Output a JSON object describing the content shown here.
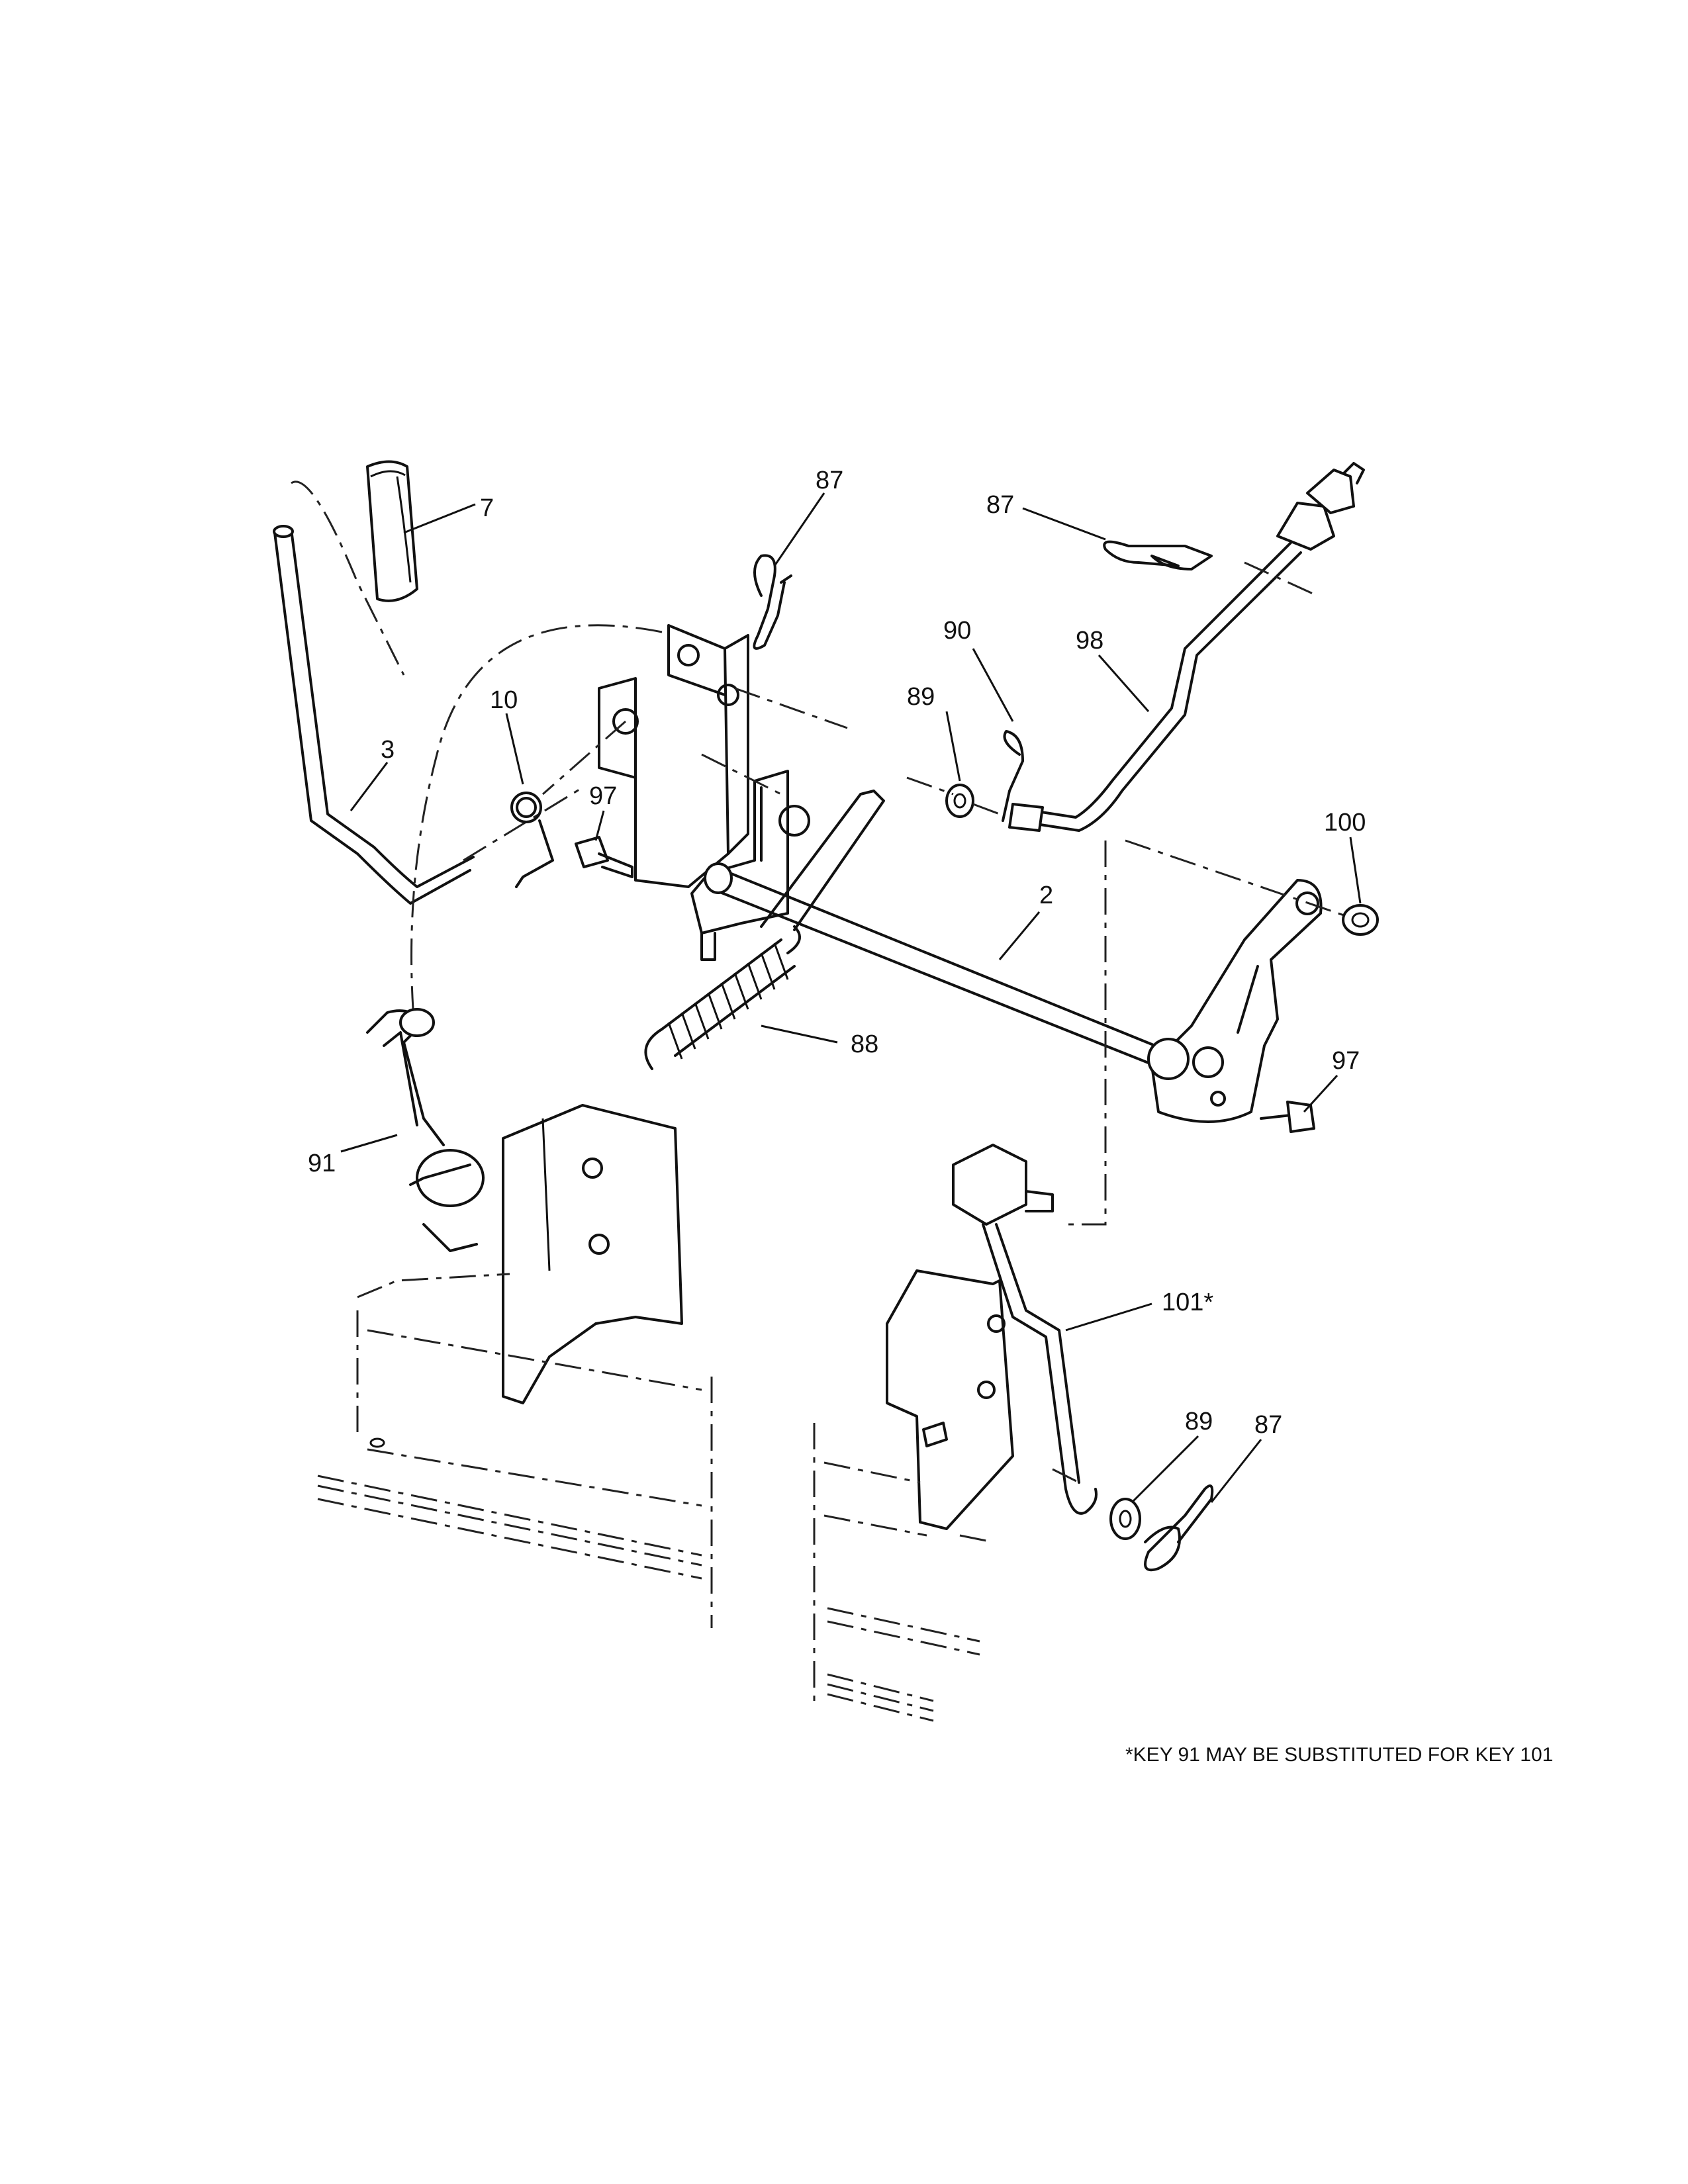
{
  "callouts": {
    "c7": "7",
    "c3": "3",
    "c10": "10",
    "c97_top": "97",
    "c87_a": "87",
    "c87_b": "87",
    "c90": "90",
    "c89_a": "89",
    "c98": "98",
    "c100": "100",
    "c2": "2",
    "c88": "88",
    "c97_right": "97",
    "c91": "91",
    "c101": "101*",
    "c89_b": "89",
    "c87_c": "87"
  },
  "footnote": "*KEY 91 MAY BE SUBSTITUTED FOR KEY 101"
}
